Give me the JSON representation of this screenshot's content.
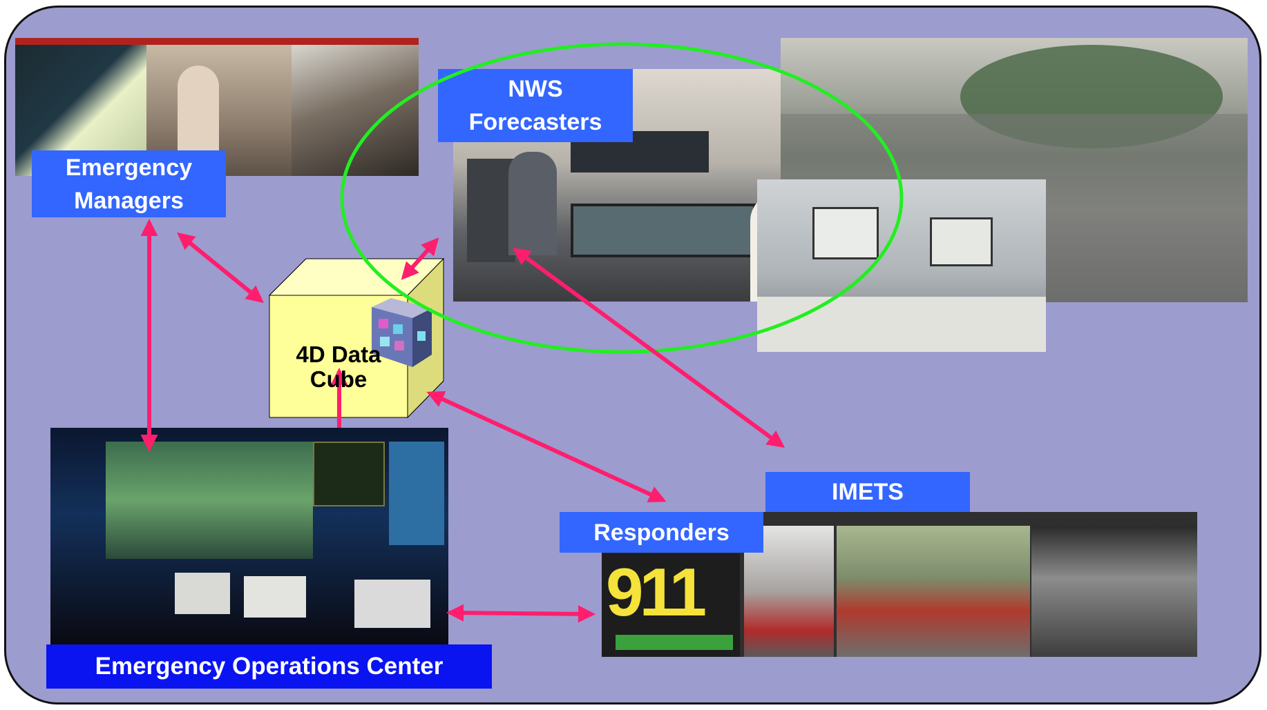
{
  "colors": {
    "background_panel": "#9d9ccf",
    "label_blue": "#3366ff",
    "label_dark_blue": "#0a14f0",
    "arrow": "#ff1e6e",
    "highlight_ellipse": "#22ee22",
    "cube_face": "#ffff99"
  },
  "nodes": {
    "emergency_managers": "Emergency\nManagers",
    "nws_forecasters": "NWS\nForecasters",
    "data_cube": "4D Data\nCube",
    "emergency_operations_center": "Emergency Operations Center",
    "responders": "Responders",
    "imets": "IMETS"
  },
  "photos": {
    "emergency_managers": "emergency-managers-photo-collage",
    "nws_forecasters": "forecast-office-photo",
    "flooding": "flooded-street-photo",
    "imets_workstation": "imets-workstation-photo",
    "eoc": "operations-center-photo",
    "responders": "911-responders-photo-collage"
  },
  "badge_911": "911",
  "icons": [
    "cube-icon",
    "arrow-icon"
  ]
}
